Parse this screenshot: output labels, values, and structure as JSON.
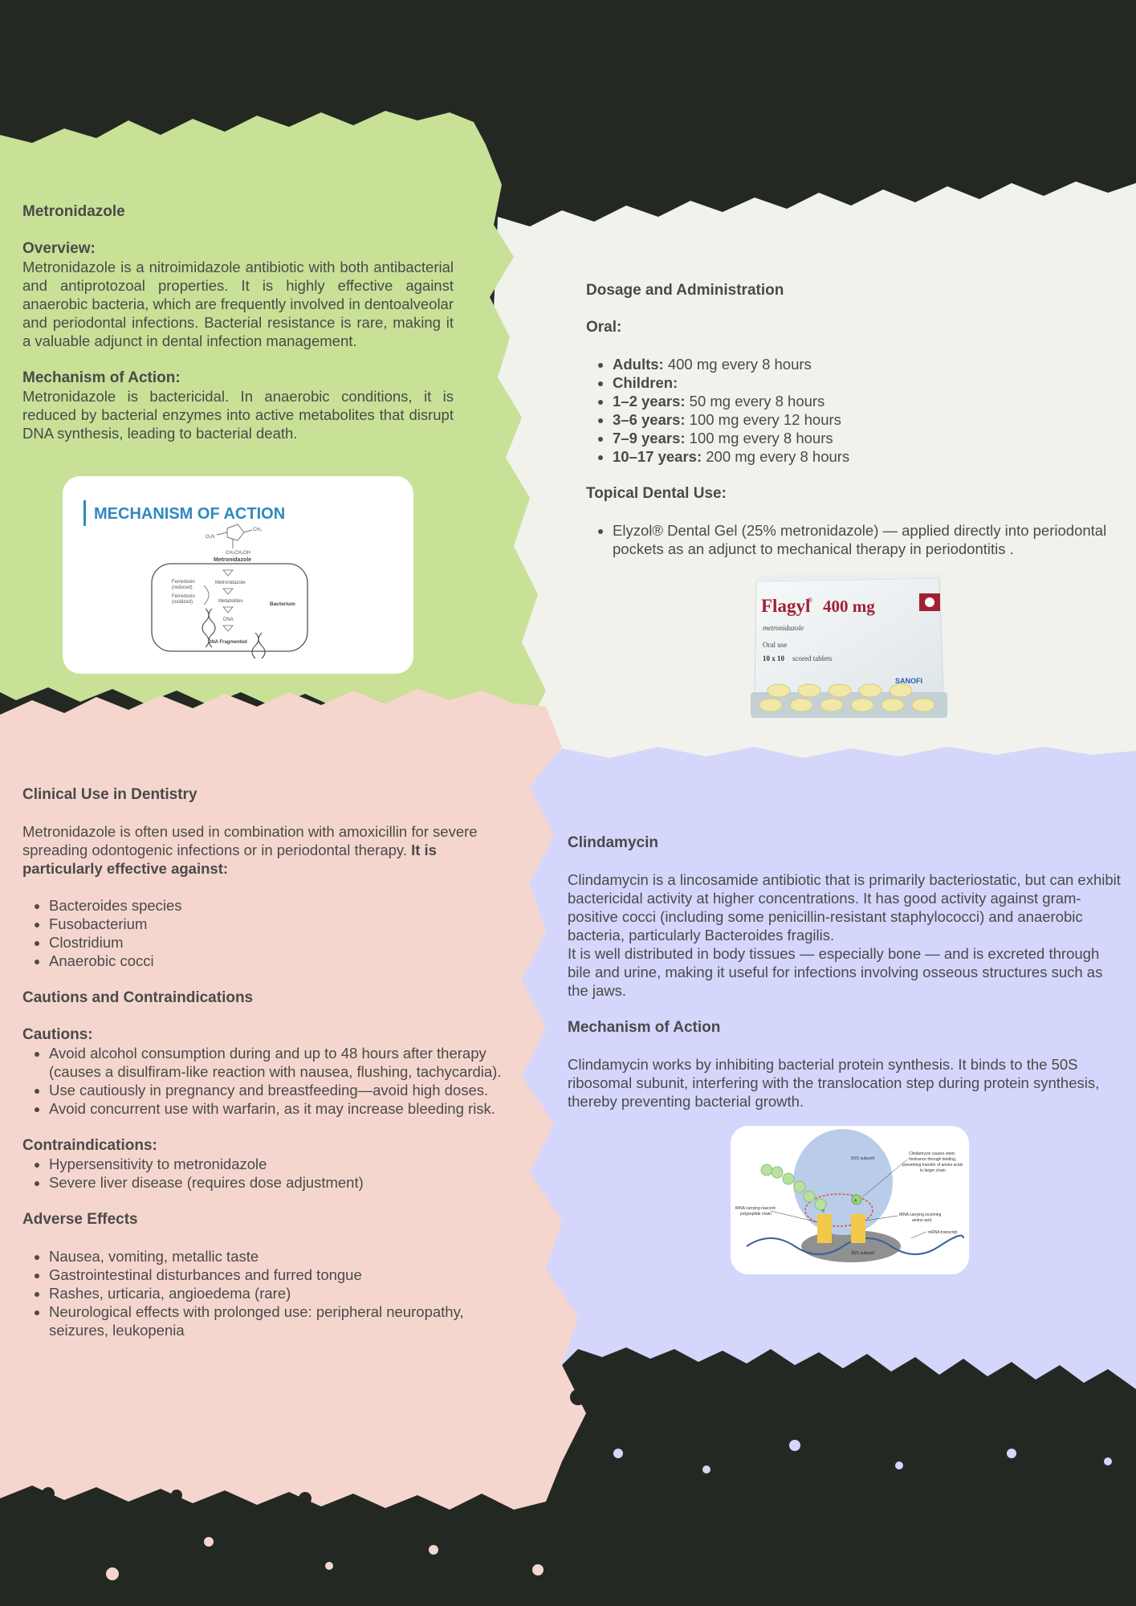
{
  "colors": {
    "background": "#232822",
    "green": "#c8e197",
    "cream": "#f1f2ec",
    "pink": "#f5d6ce",
    "lavender": "#d5d6fb",
    "text": "#4a4a4a",
    "moa_title": "#2f88bf",
    "flagyl_red": "#a31f34"
  },
  "metronidazole": {
    "title": "Metronidazole",
    "overview_heading": "Overview:",
    "overview_text": "Metronidazole is a nitroimidazole antibiotic with both antibacterial and antiprotozoal properties. It is highly effective against anaerobic bacteria, which are frequently involved in dentoalveolar and periodontal infections. Bacterial resistance is rare, making it a valuable adjunct in dental infection management.",
    "mechanism_heading": "Mechanism of Action:",
    "mechanism_text": "Metronidazole is bactericidal. In anaerobic conditions, it is reduced by bacterial enzymes into active metabolites that disrupt DNA synthesis, leading to bacterial death."
  },
  "moa_figure": {
    "title": "MECHANISM OF ACTION",
    "drug_label": "Metronidazole",
    "ferredoxin_reduced": "Ferredoxin",
    "ferredoxin_reduced_state": "(reduced)",
    "ferredoxin_oxidized": "Ferredoxin",
    "ferredoxin_oxidized_state": "(oxidized)",
    "step_metronidazole": "Metronidazole",
    "step_metabolites": "Metabolites",
    "step_dna": "DNA",
    "step_fragmented": "DNA Fragmented",
    "bacterium_label": "Bacterium",
    "formula_o2n": "O₂N",
    "formula_ch3": "CH₃",
    "formula_side": "CH₂CH₂OH"
  },
  "dosage": {
    "title": "Dosage and Administration",
    "oral_heading": "Oral:",
    "oral_items": [
      {
        "label": "Adults:",
        "text": " 400 mg every 8 hours"
      },
      {
        "label": "Children:",
        "text": ""
      },
      {
        "label": " 1–2 years:",
        "text": " 50 mg every 8 hours"
      },
      {
        "label": " 3–6 years:",
        "text": " 100 mg every 12 hours"
      },
      {
        "label": " 7–9 years:",
        "text": " 100 mg every 8 hours"
      },
      {
        "label": " 10–17 years:",
        "text": " 200 mg every 8 hours"
      }
    ],
    "topical_heading": "Topical Dental Use:",
    "topical_items": [
      "Elyzol® Dental Gel (25% metronidazole) — applied directly into periodontal pockets as an adjunct to mechanical therapy in periodontitis ."
    ]
  },
  "flagyl_box": {
    "brand": "Flagyl",
    "reg": "®",
    "strength": "400 mg",
    "generic": "metronidazole",
    "route": "Oral use",
    "count_bold": "10 x 10",
    "count_rest": "scored tablets",
    "maker": "SANOFI"
  },
  "clinical": {
    "title": "Clinical Use in Dentistry",
    "intro_text": "Metronidazole is often used in combination with amoxicillin for severe spreading odontogenic infections or in periodontal therapy. ",
    "intro_bold": "It is particularly effective against:",
    "organisms": [
      "Bacteroides species",
      "Fusobacterium",
      "Clostridium",
      "Anaerobic cocci"
    ],
    "cautions_title": "Cautions and Contraindications",
    "cautions_heading": "Cautions:",
    "cautions": [
      "Avoid alcohol consumption during and up to 48 hours after therapy (causes a disulfiram-like reaction with nausea, flushing, tachycardia).",
      "Use cautiously in pregnancy and breastfeeding—avoid high doses.",
      "Avoid concurrent use with warfarin, as it may increase bleeding risk."
    ],
    "contra_heading": "Contraindications:",
    "contraindications": [
      "Hypersensitivity to metronidazole",
      "Severe liver disease (requires dose adjustment)"
    ],
    "adverse_title": "Adverse Effects",
    "adverse": [
      "Nausea, vomiting, metallic taste",
      "Gastrointestinal disturbances and furred tongue",
      "Rashes, urticaria, angioedema (rare)",
      "Neurological effects with prolonged use: peripheral neuropathy, seizures, leukopenia"
    ]
  },
  "clindamycin": {
    "title": "Clindamycin",
    "para1": "Clindamycin is a lincosamide antibiotic that is primarily bacteriostatic, but can exhibit bactericidal activity at higher concentrations. It has good activity against gram-positive cocci (including some penicillin-resistant staphylococci) and anaerobic bacteria, particularly Bacteroides fragilis.",
    "para2": "It is well distributed in body tissues — especially bone — and is excreted through bile and urine, making it useful for infections involving osseous structures such as the jaws.",
    "mechanism_heading": "Mechanism of Action",
    "mechanism_text": "Clindamycin works by inhibiting bacterial protein synthesis. It binds to the 50S ribosomal subunit, interfering with the translocation step during protein synthesis, thereby preventing bacterial growth."
  },
  "ribosome_figure": {
    "label_50s": "50S subunit",
    "label_30s": "30S subunit",
    "label_clinda_1": "Clindamycin causes steric",
    "label_clinda_2": "hindrance through binding,",
    "label_clinda_3": "preventing transfer of amino acids",
    "label_clinda_4": "to larger chain",
    "label_trna_1": "tRNA carrying nascent",
    "label_trna_2": "polypeptide chain",
    "label_incoming_1": "tRNA carrying incoming",
    "label_incoming_2": "amino acid",
    "label_mrna": "mRNA transcript",
    "label_site_p": "P",
    "label_site_a": "A"
  }
}
